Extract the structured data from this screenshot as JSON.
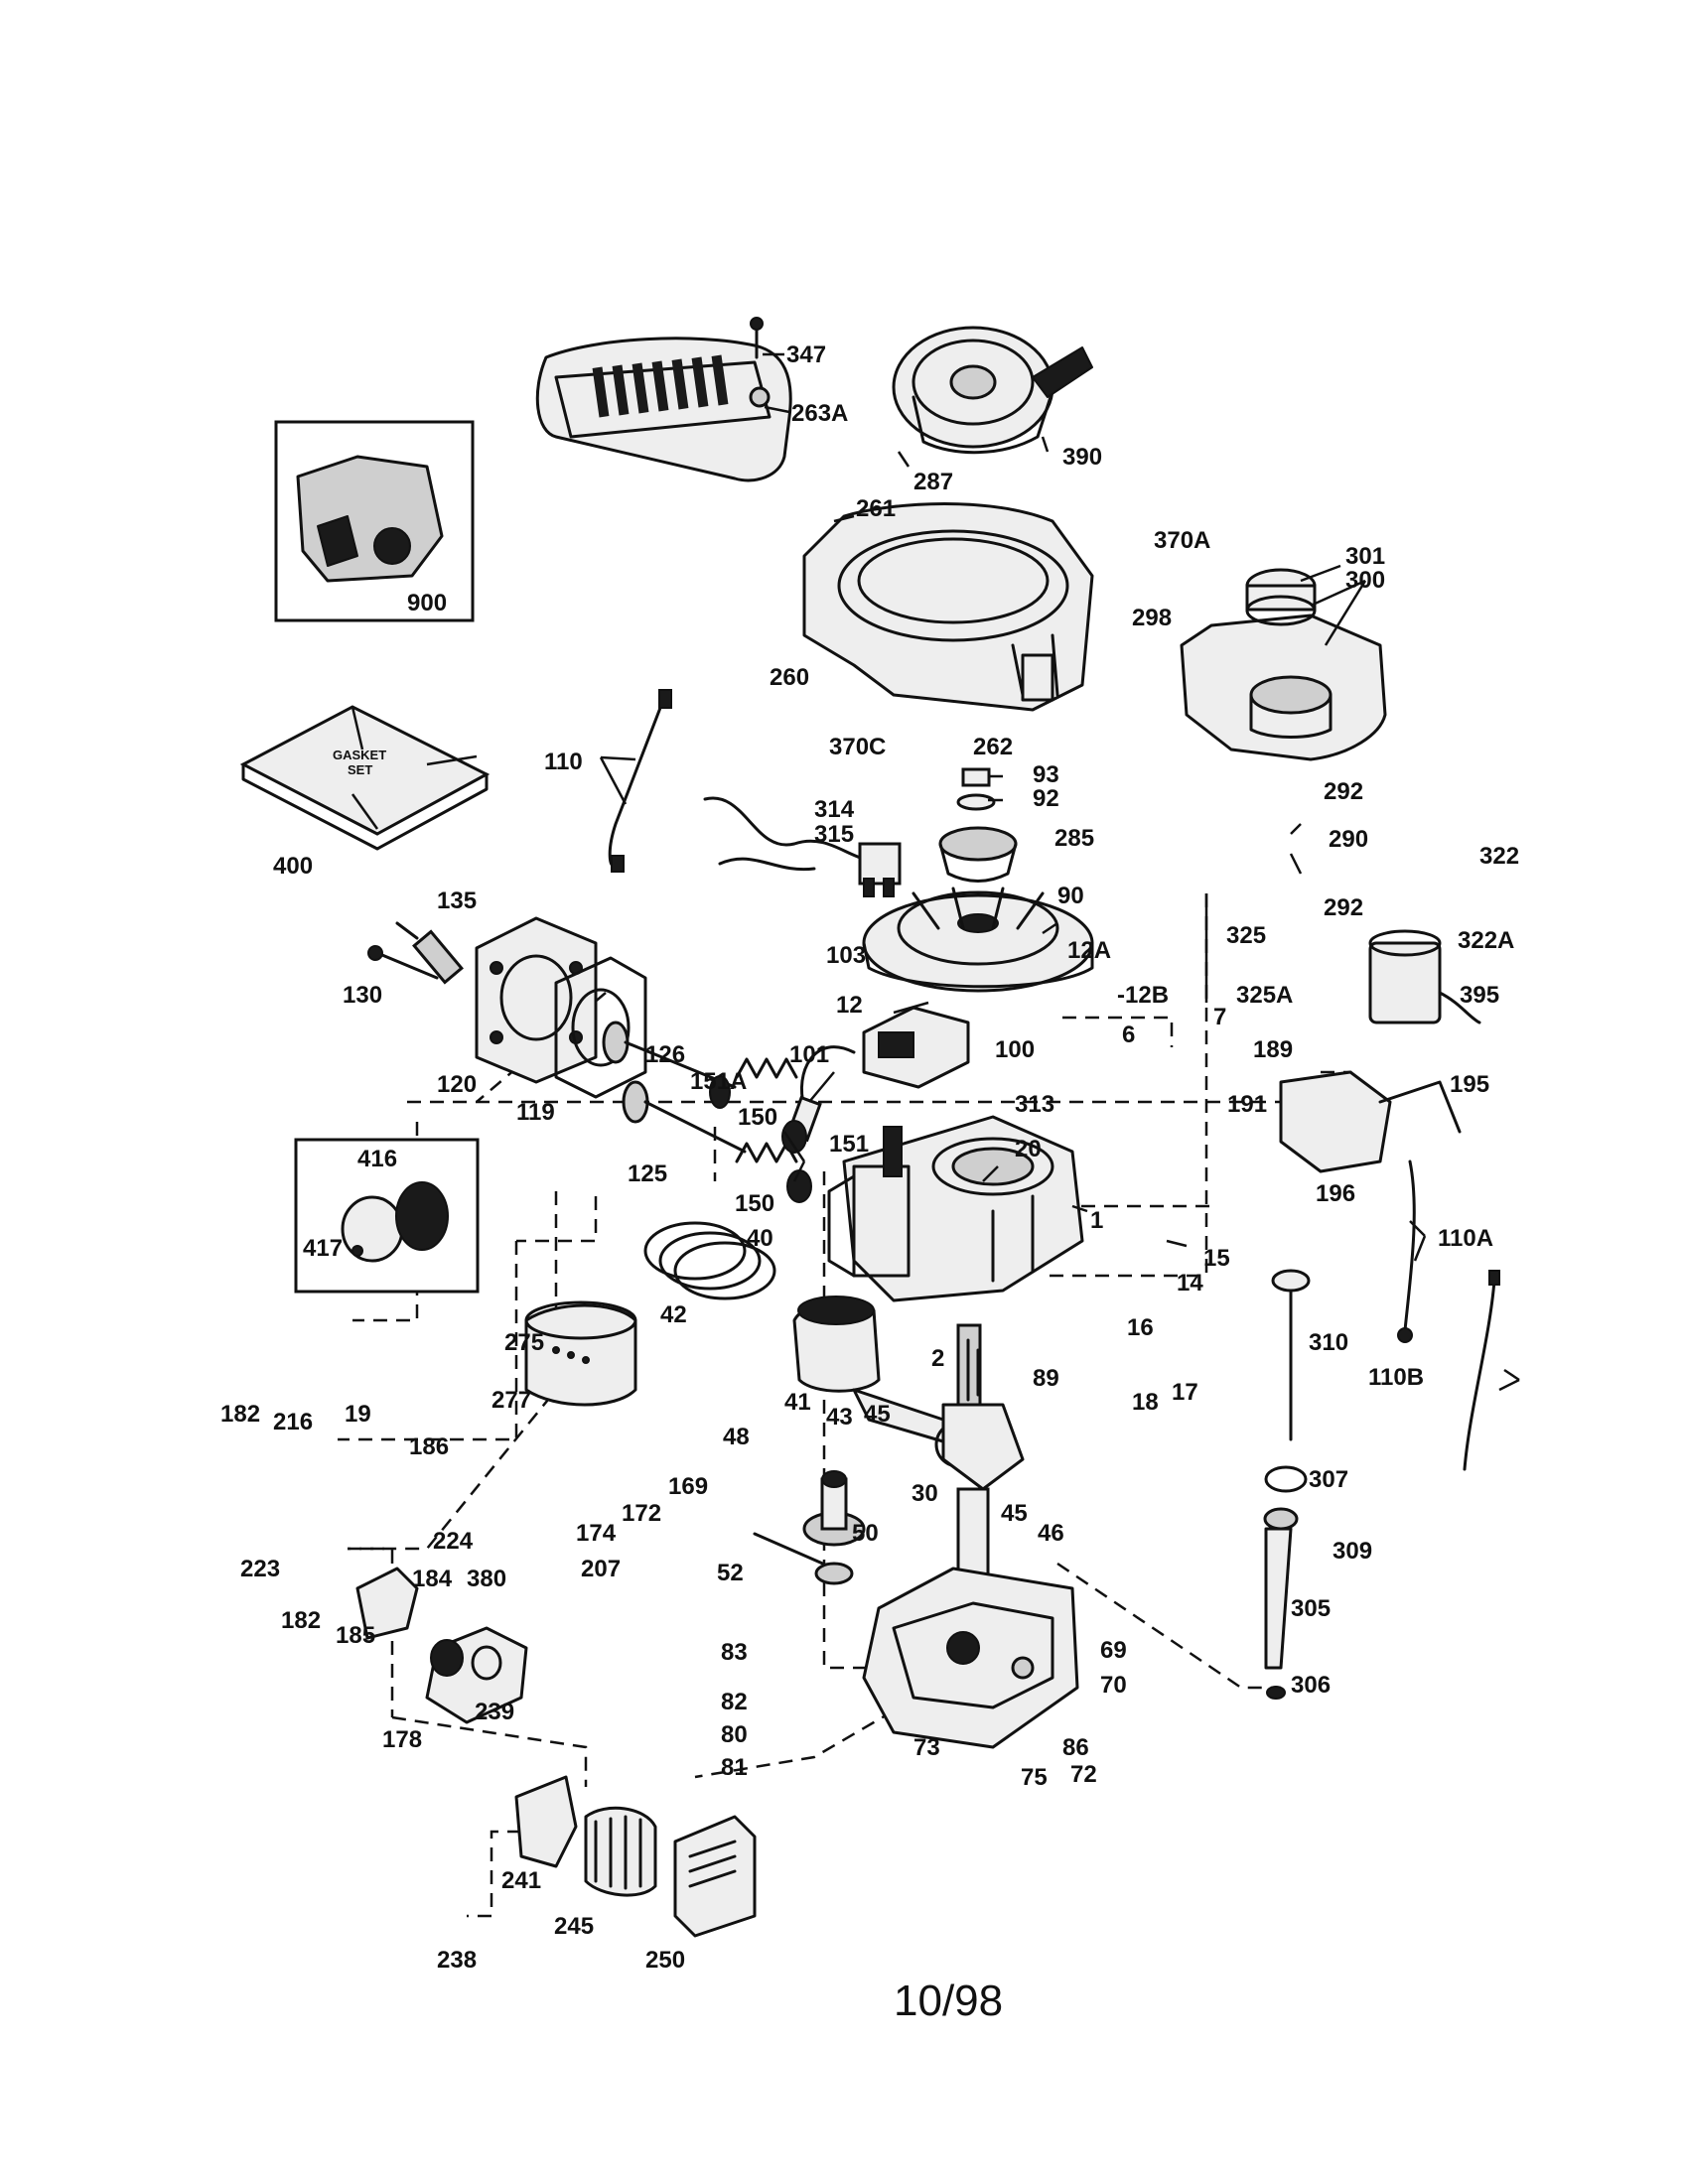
{
  "footer": {
    "date_code": "10/98"
  },
  "gasket_set": {
    "line1": "GASKET",
    "line2": "SET"
  },
  "callouts": {
    "c347": "347",
    "c263A": "263A",
    "c390": "390",
    "c287": "287",
    "c261": "261",
    "c370A": "370A",
    "c301": "301",
    "c300": "300",
    "c298": "298",
    "c260": "260",
    "c370C": "370C",
    "c262": "262",
    "c900": "900",
    "c110": "110",
    "c400": "400",
    "c93": "93",
    "c92": "92",
    "c314": "314",
    "c315": "315",
    "c285": "285",
    "c292a": "292",
    "c290": "290",
    "c292b": "292",
    "c322": "322",
    "c322A": "322A",
    "c90": "90",
    "c135": "135",
    "c130": "130",
    "c103": "103",
    "c12A": "12A",
    "c325": "325",
    "c325A": "325A",
    "c395": "395",
    "c12": "12",
    "c12B": "-12B",
    "c6": "6",
    "c7": "7",
    "c189": "189",
    "c120": "120",
    "c119": "119",
    "c126": "126",
    "c151A": "151A",
    "c101": "101",
    "c100": "100",
    "c191": "191",
    "c195": "195",
    "c150a": "150",
    "c125": "125",
    "c313": "313",
    "c151": "151",
    "c20": "20",
    "c416": "416",
    "c417": "417",
    "c150b": "150",
    "c40": "40",
    "c196": "196",
    "c1": "1",
    "c110A": "110A",
    "c15": "15",
    "c14": "14",
    "c42": "42",
    "c16": "16",
    "c310": "310",
    "c275": "275",
    "c2": "2",
    "c89": "89",
    "c17": "17",
    "c41": "41",
    "c18": "18",
    "c110B": "110B",
    "c277": "277",
    "c43": "43",
    "c45a": "45",
    "c182a": "182",
    "c216": "216",
    "c19": "19",
    "c186": "186",
    "c48": "48",
    "c169": "169",
    "c307": "307",
    "c30": "30",
    "c45b": "45",
    "c46": "46",
    "c172": "172",
    "c174": "174",
    "c50": "50",
    "c224": "224",
    "c309": "309",
    "c223": "223",
    "c184": "184",
    "c380": "380",
    "c207": "207",
    "c52": "52",
    "c305": "305",
    "c182b": "182",
    "c185": "185",
    "c83": "83",
    "c69": "69",
    "c306": "306",
    "c70": "70",
    "c82": "82",
    "c239": "239",
    "c80": "80",
    "c178": "178",
    "c73": "73",
    "c86": "86",
    "c81": "81",
    "c75": "75",
    "c72": "72",
    "c241": "241",
    "c245": "245",
    "c238": "238",
    "c250": "250"
  }
}
